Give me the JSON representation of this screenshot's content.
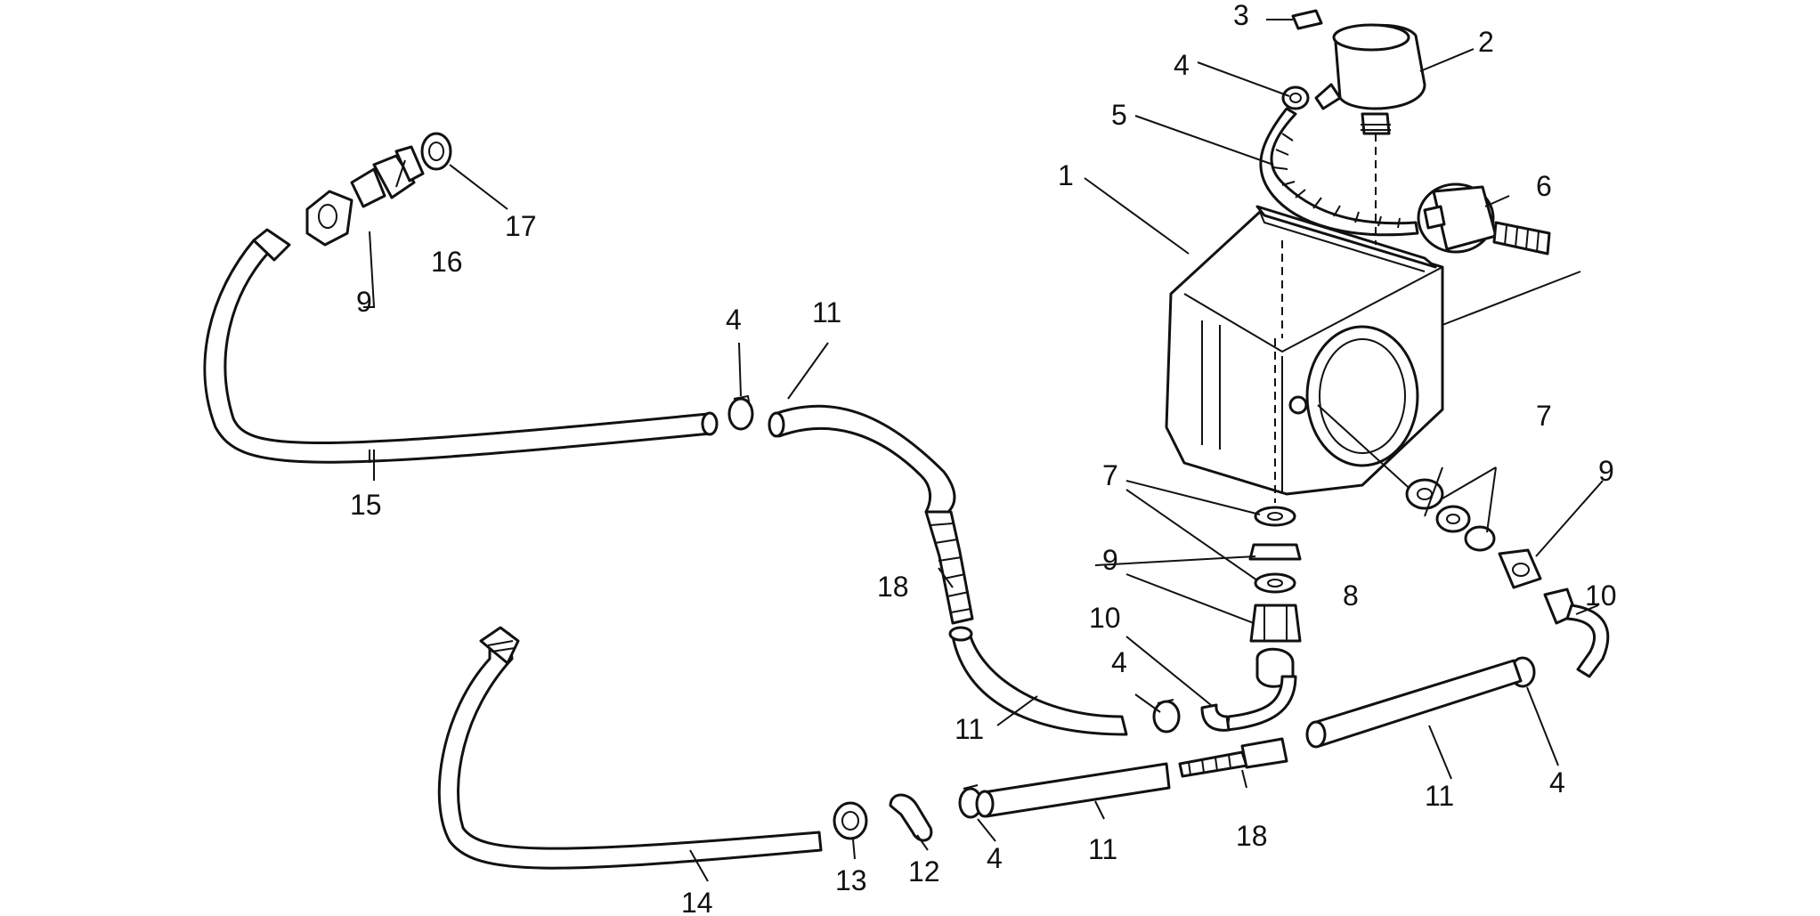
{
  "diagram": {
    "callouts": [
      {
        "id": "c1",
        "text": "1"
      },
      {
        "id": "c2",
        "text": "2"
      },
      {
        "id": "c3",
        "text": "3"
      },
      {
        "id": "c4a",
        "text": "4"
      },
      {
        "id": "c4b",
        "text": "4"
      },
      {
        "id": "c4c",
        "text": "4"
      },
      {
        "id": "c4d",
        "text": "4"
      },
      {
        "id": "c4e",
        "text": "4"
      },
      {
        "id": "c5",
        "text": "5"
      },
      {
        "id": "c6",
        "text": "6"
      },
      {
        "id": "c7a",
        "text": "7"
      },
      {
        "id": "c7b",
        "text": "7"
      },
      {
        "id": "c8",
        "text": "8"
      },
      {
        "id": "c9a",
        "text": "9"
      },
      {
        "id": "c9b",
        "text": "9"
      },
      {
        "id": "c9c",
        "text": "9"
      },
      {
        "id": "c10a",
        "text": "10"
      },
      {
        "id": "c10b",
        "text": "10"
      },
      {
        "id": "c11a",
        "text": "11"
      },
      {
        "id": "c11b",
        "text": "11"
      },
      {
        "id": "c11c",
        "text": "11"
      },
      {
        "id": "c11d",
        "text": "11"
      },
      {
        "id": "c12",
        "text": "12"
      },
      {
        "id": "c13",
        "text": "13"
      },
      {
        "id": "c14",
        "text": "14"
      },
      {
        "id": "c15",
        "text": "15"
      },
      {
        "id": "c16",
        "text": "16"
      },
      {
        "id": "c17",
        "text": "17"
      },
      {
        "id": "c18a",
        "text": "18"
      },
      {
        "id": "c18b",
        "text": "18"
      }
    ]
  }
}
